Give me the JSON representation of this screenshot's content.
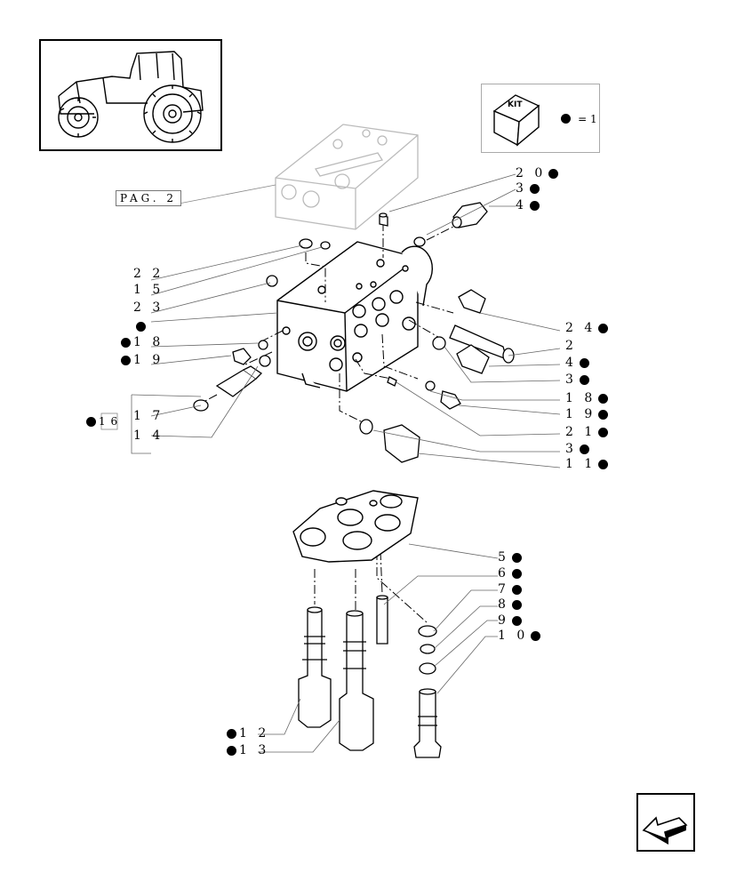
{
  "page_ref": "PAG. 2",
  "kit": {
    "label": "KIT",
    "legend": "= 1"
  },
  "callouts": [
    {
      "id": "c20",
      "text": "2 0",
      "dot": "after"
    },
    {
      "id": "c3a",
      "text": "3",
      "dot": "after"
    },
    {
      "id": "c4a",
      "text": "4",
      "dot": "after"
    },
    {
      "id": "c22",
      "text": "2 2",
      "dot": "none"
    },
    {
      "id": "c15",
      "text": "1 5",
      "dot": "none"
    },
    {
      "id": "c23",
      "text": "2 3",
      "dot": "none"
    },
    {
      "id": "c18a",
      "text": "1 8",
      "dot": "before"
    },
    {
      "id": "c19a",
      "text": "1 9",
      "dot": "before"
    },
    {
      "id": "c17",
      "text": "1 7",
      "dot": "none"
    },
    {
      "id": "c14",
      "text": "1 4",
      "dot": "none"
    },
    {
      "id": "c16",
      "text": "1 6",
      "dot": "before"
    },
    {
      "id": "c24",
      "text": "2 4",
      "dot": "after"
    },
    {
      "id": "c2",
      "text": "2",
      "dot": "none"
    },
    {
      "id": "c4b",
      "text": "4",
      "dot": "after"
    },
    {
      "id": "c3b",
      "text": "3",
      "dot": "after"
    },
    {
      "id": "c18b",
      "text": "1 8",
      "dot": "after"
    },
    {
      "id": "c19b",
      "text": "1 9",
      "dot": "after"
    },
    {
      "id": "c21",
      "text": "2 1",
      "dot": "after"
    },
    {
      "id": "c3c",
      "text": "3",
      "dot": "after"
    },
    {
      "id": "c11",
      "text": "1 1",
      "dot": "after"
    },
    {
      "id": "c5",
      "text": "5",
      "dot": "after"
    },
    {
      "id": "c6",
      "text": "6",
      "dot": "after"
    },
    {
      "id": "c7",
      "text": "7",
      "dot": "after"
    },
    {
      "id": "c8",
      "text": "8",
      "dot": "after"
    },
    {
      "id": "c9",
      "text": "9",
      "dot": "after"
    },
    {
      "id": "c10",
      "text": "1 0",
      "dot": "after"
    },
    {
      "id": "c12",
      "text": "1 2",
      "dot": "before"
    },
    {
      "id": "c13",
      "text": "1 3",
      "dot": "before"
    }
  ],
  "icons": {
    "tractor": "tractor-icon",
    "kit_box": "kit-box-icon",
    "nav_arrow": "previous-page-arrow-icon"
  },
  "colors": {
    "ink": "#000000",
    "ghost": "#bbbbbb",
    "leader": "#666666"
  }
}
